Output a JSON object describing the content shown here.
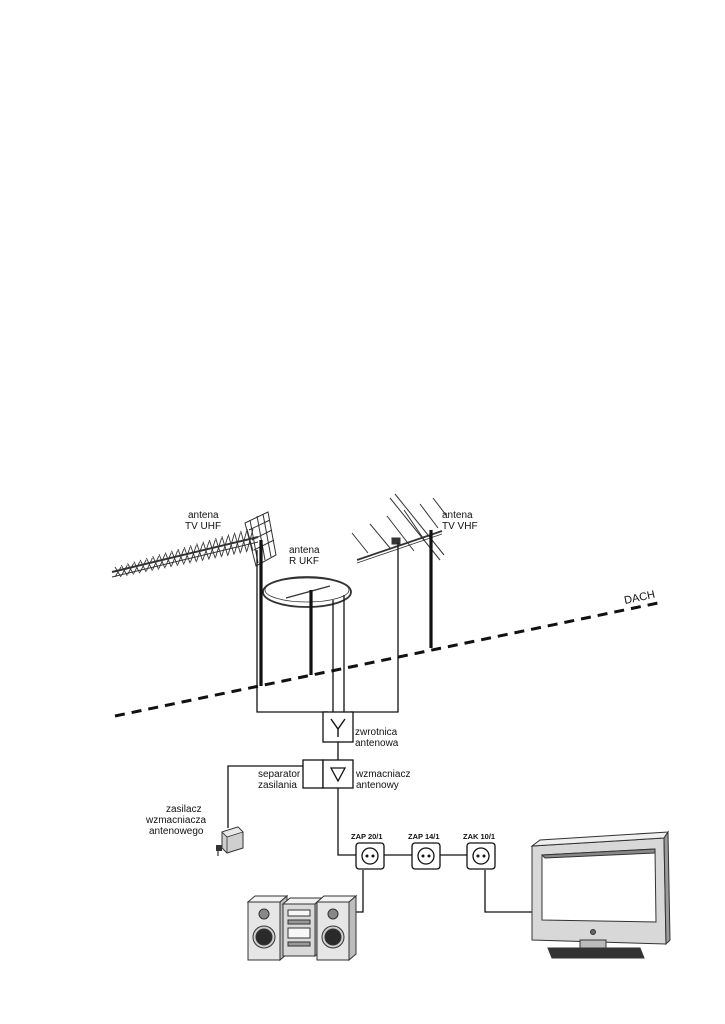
{
  "labels": {
    "uhf_line1": "antena",
    "uhf_line2": "TV  UHF",
    "ukf_line1": "antena",
    "ukf_line2": "R UKF",
    "vhf_line1": "antena",
    "vhf_line2": "TV VHF",
    "roof": "DACH",
    "diplexer_line1": "zwrotnica",
    "diplexer_line2": "antenowa",
    "separator_line1": "separator",
    "separator_line2": "zasilania",
    "amplifier_line1": "wzmacniacz",
    "amplifier_line2": "antenowy",
    "psu_line1": "zasilacz",
    "psu_line2": "wzmacniacza",
    "psu_line3": "antenowego",
    "socket1": "ZAP 20/1",
    "socket2": "ZAP 14/1",
    "socket3": "ZAK 10/1"
  },
  "colors": {
    "line": "#111111",
    "device_light": "#e6e6e6",
    "device_mid": "#bdbdbd",
    "device_dark": "#555555",
    "screen": "#ffffff"
  },
  "icons": {
    "uhf_antenna": "yagi-uhf-antenna-icon",
    "ukf_antenna": "ring-fm-antenna-icon",
    "vhf_antenna": "yagi-vhf-antenna-icon",
    "power_supply": "plug-power-supply-icon",
    "stereo": "stereo-system-icon",
    "tv": "flat-tv-icon"
  }
}
